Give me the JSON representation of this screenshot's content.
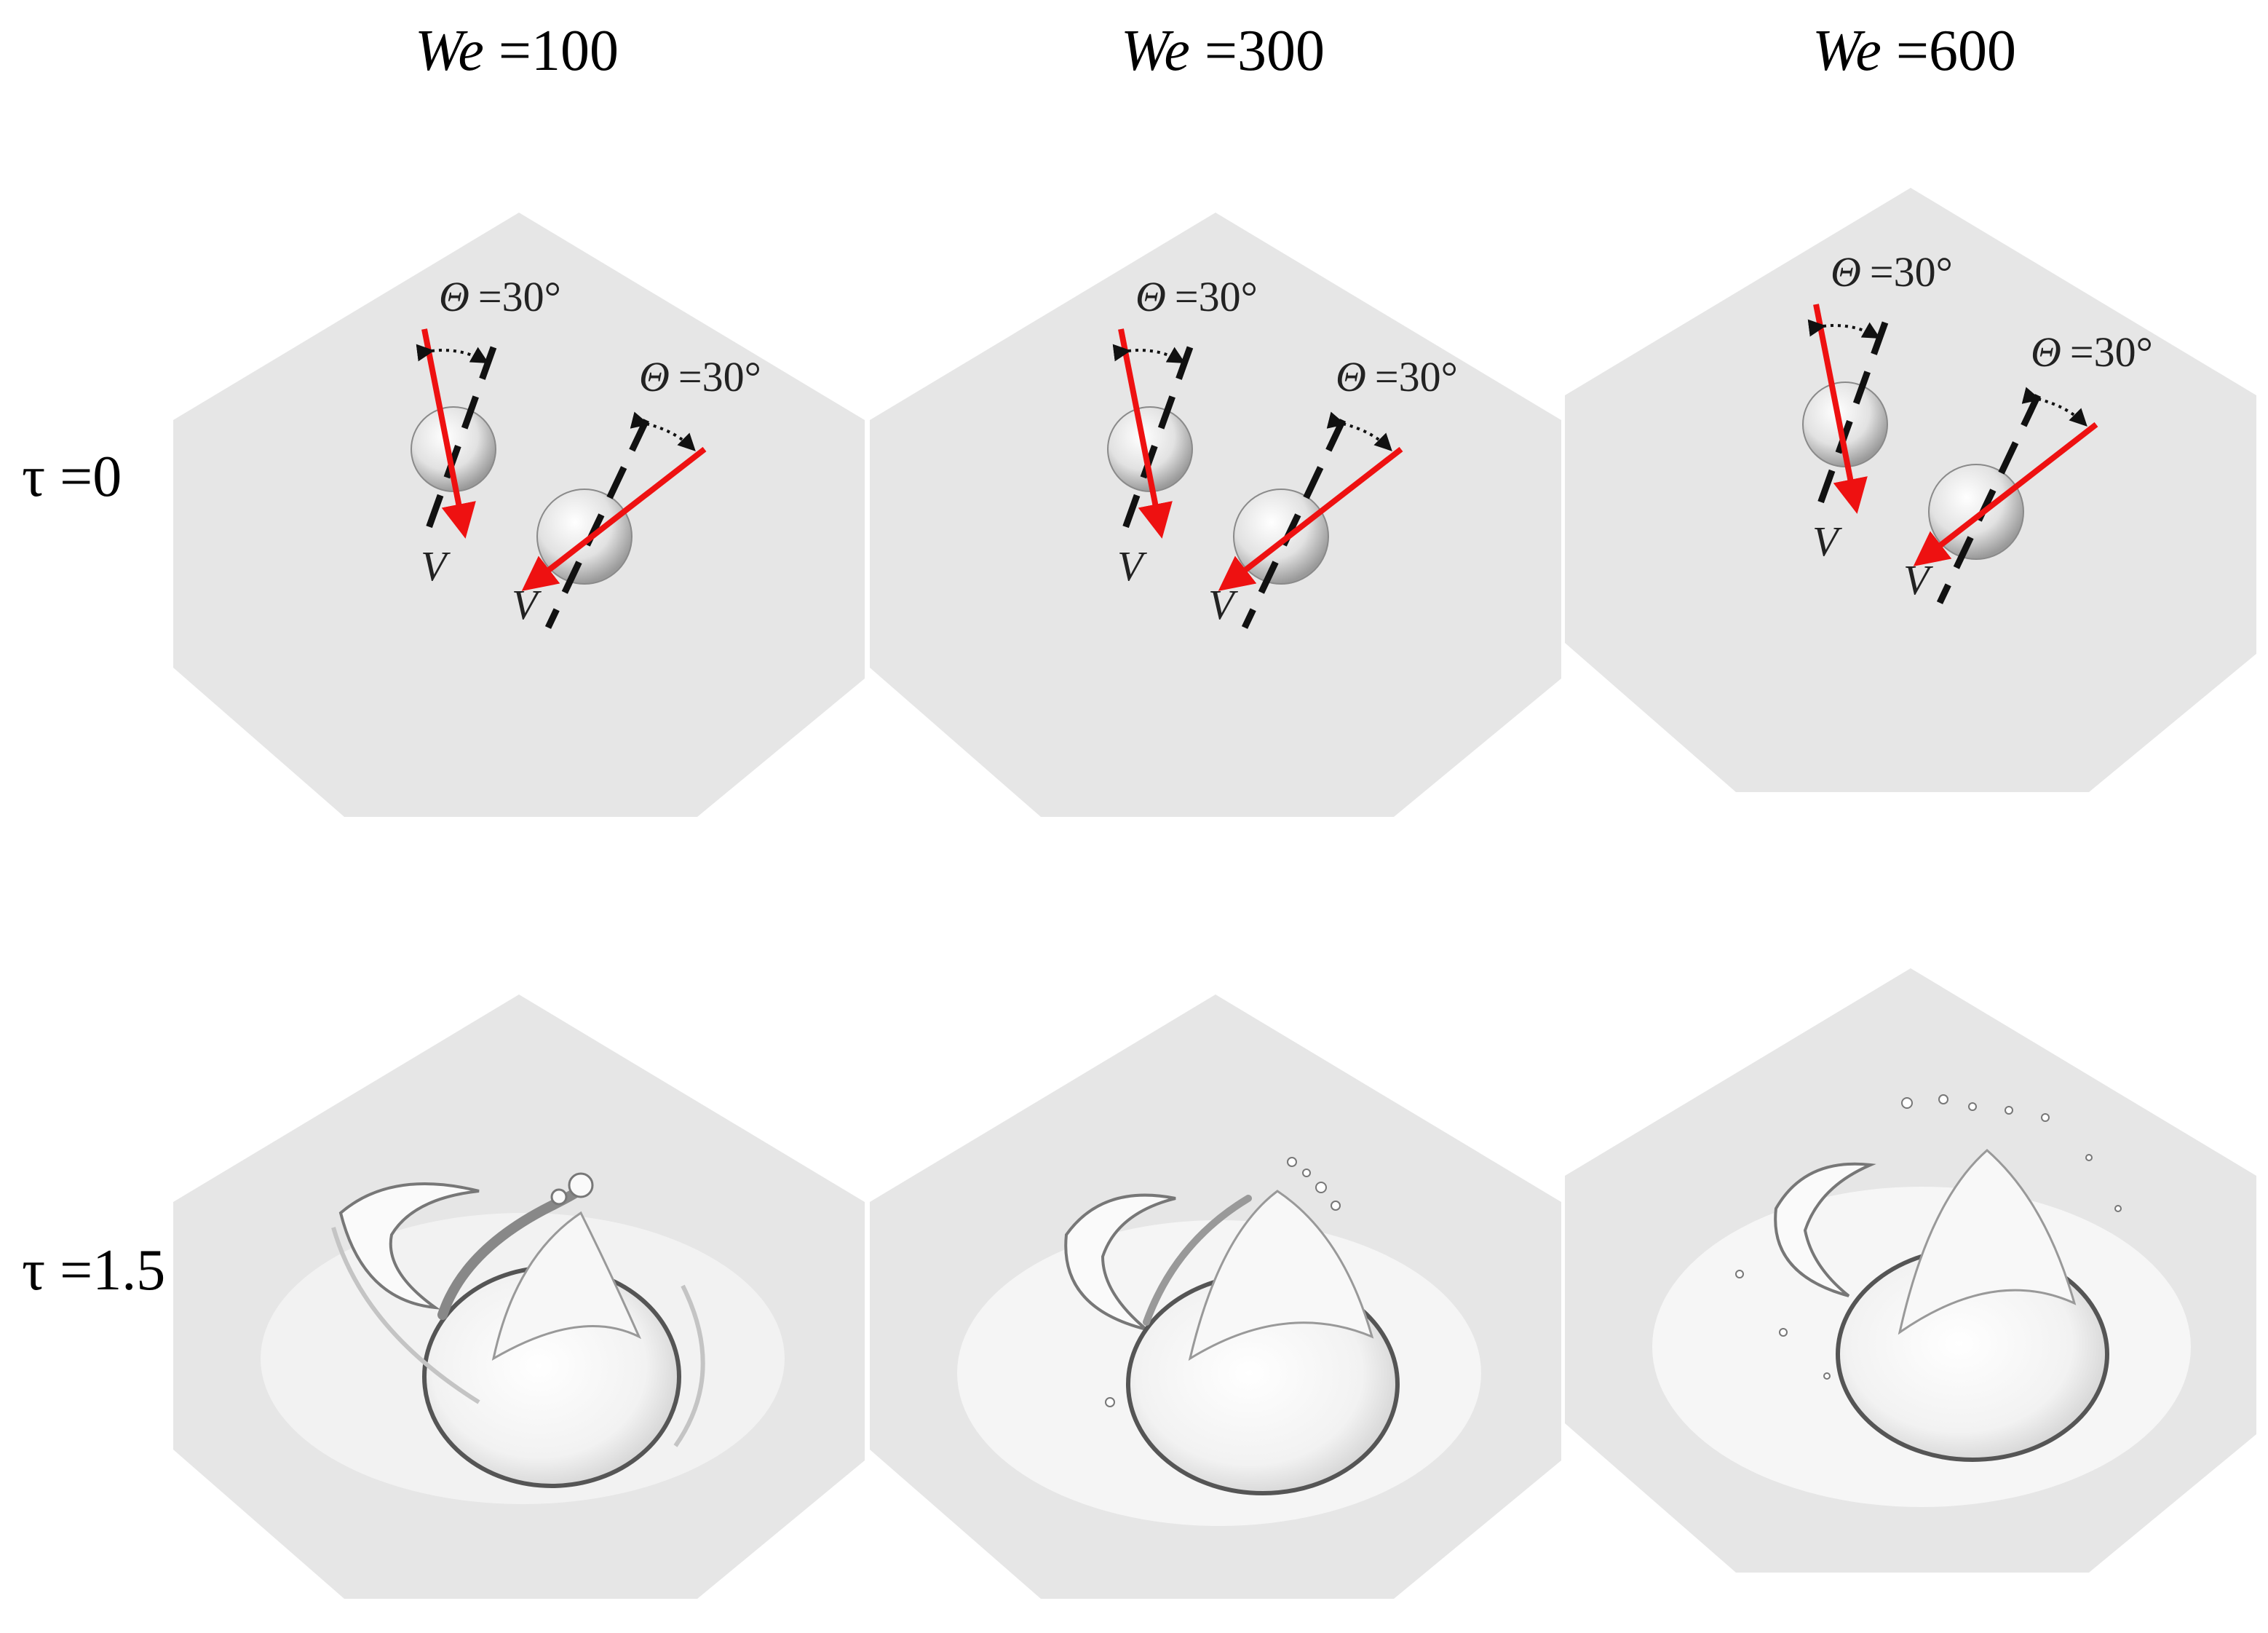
{
  "columns": [
    {
      "we_symbol": "We",
      "we_value": "=100"
    },
    {
      "we_symbol": "We",
      "we_value": "=300"
    },
    {
      "we_symbol": "We",
      "we_value": "=600"
    }
  ],
  "rows": [
    {
      "tau_symbol": "τ",
      "tau_value": "=0"
    },
    {
      "tau_symbol": "τ",
      "tau_value": "=1.5"
    }
  ],
  "annotations": {
    "angle_symbol": "Θ",
    "angle_value": "=30°",
    "velocity_symbol": "V"
  },
  "colors": {
    "background_plate": "#e6e6e6",
    "arrow": "#ee1111",
    "axis_line": "#111111",
    "droplet": "#d8d8d8"
  }
}
